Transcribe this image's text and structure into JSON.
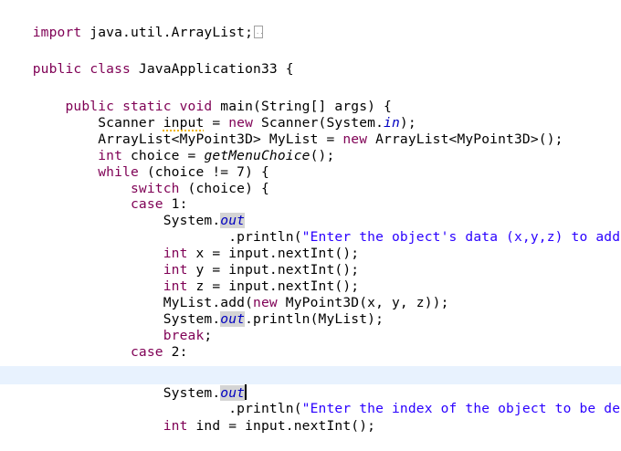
{
  "editor": {
    "language": "java",
    "colors": {
      "keyword": "#7f0055",
      "string": "#2a00ff",
      "static_field": "#0000c0",
      "current_line_bg": "#e8f2fe",
      "occurrence_highlight": "#d4d4d4",
      "warning_underline": "#f0b400"
    },
    "lines": [
      {
        "t1": "import",
        "t2": " java.util.ArrayList;"
      },
      {
        "t1": "public",
        "t2": " ",
        "t3": "class",
        "t4": " JavaApplication33 {"
      },
      {
        "t1": "    ",
        "t2": "public",
        "t3": " ",
        "t4": "static",
        "t5": " ",
        "t6": "void",
        "t7": " main(String[] args) {"
      },
      {
        "t1": "        Scanner ",
        "t2": "input",
        "t3": " = ",
        "t4": "new",
        "t5": " Scanner(System.",
        "t6": "in",
        "t7": ");"
      },
      {
        "t1": "        ArrayList<MyPoint3D> MyList = ",
        "t2": "new",
        "t3": " ArrayList<MyPoint3D>();"
      },
      {
        "t1": "        ",
        "t2": "int",
        "t3": " choice = ",
        "t4": "getMenuChoice",
        "t5": "();"
      },
      {
        "t1": "        ",
        "t2": "while",
        "t3": " (choice != 7) {"
      },
      {
        "t1": "            ",
        "t2": "switch",
        "t3": " (choice) {"
      },
      {
        "t1": "            ",
        "t2": "case",
        "t3": " 1:"
      },
      {
        "t1": "                System.",
        "t2": "out"
      },
      {
        "t1": "                        .println(",
        "t2": "\"Enter the object's data (x,y,z) to added"
      },
      {
        "t1": "                ",
        "t2": "int",
        "t3": " x = input.nextInt();"
      },
      {
        "t1": "                ",
        "t2": "int",
        "t3": " y = input.nextInt();"
      },
      {
        "t1": "                ",
        "t2": "int",
        "t3": " z = input.nextInt();"
      },
      {
        "t1": "                MyList.add(",
        "t2": "new",
        "t3": " MyPoint3D(x, y, z));"
      },
      {
        "t1": "                System.",
        "t2": "out",
        "t3": ".println(MyList);"
      },
      {
        "t1": "                ",
        "t2": "break",
        "t3": ";"
      },
      {
        "t1": "            ",
        "t2": "case",
        "t3": " 2:"
      },
      {
        "t1": "                System.",
        "t2": "out"
      },
      {
        "t1": "                        .println(",
        "t2": "\"Enter the index of the object to be delet"
      },
      {
        "t1": "                ",
        "t2": "int",
        "t3": " ind = input.nextInt();"
      }
    ]
  }
}
